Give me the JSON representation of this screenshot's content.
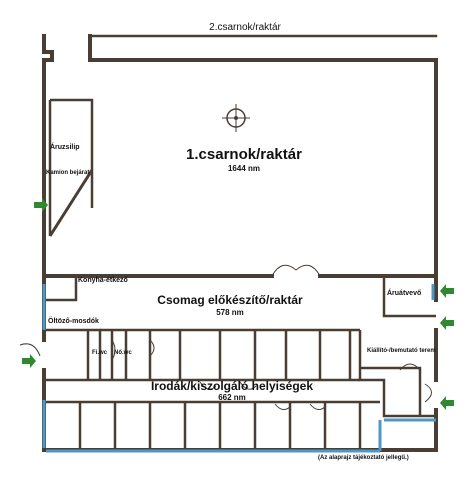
{
  "labels": {
    "hall2": "2.csarnok/raktár",
    "hall1": "1.csarnok/raktár",
    "hall1_area": "1644 nm",
    "loading_dock": "Áruzsilip",
    "truck_entrance": "Kamion bejárat",
    "kitchen": "Konyha-étkező",
    "packing": "Csomag előkészítő/raktár",
    "packing_area": "578 nm",
    "receiving": "Áruátvevő",
    "locker": "Öltöző-mosdók",
    "wc_m": "Fi.wc",
    "wc_f": "Nő.wc",
    "showroom": "Kiállító-/bemutató terem",
    "offices": "Irodák/kiszolgáló helyiségek",
    "offices_area": "662 nm",
    "disclaimer": "(Az alaprajz tájékoztató jellegű.)"
  },
  "colors": {
    "wall": "#4a3d34",
    "window": "#4f97c4",
    "entrance_arrow": "#2f8a2f",
    "background": "#ffffff"
  },
  "icons": {
    "compass": "compass-rose-icon",
    "entrance": "entrance-arrow-icon"
  }
}
